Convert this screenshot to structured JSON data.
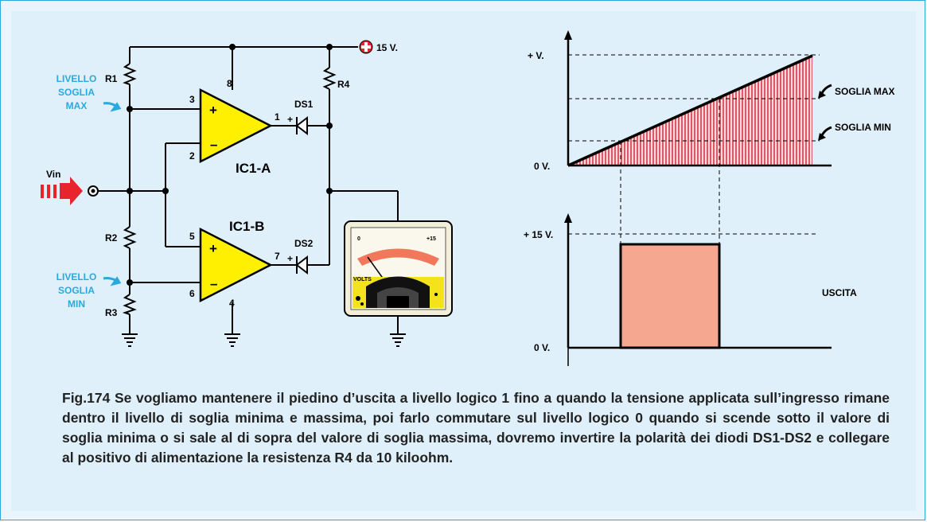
{
  "circuit": {
    "supply": "15 V.",
    "r1": "R1",
    "r2": "R2",
    "r3": "R3",
    "r4": "R4",
    "livello_max": [
      "LIVELLO",
      "SOGLIA",
      "MAX"
    ],
    "livello_min": [
      "LIVELLO",
      "SOGLIA",
      "MIN"
    ],
    "vin": "Vin",
    "ic1a": "IC1-A",
    "ic1b": "IC1-B",
    "ds1": "DS1",
    "ds2": "DS2",
    "pins": {
      "p1": "1",
      "p2": "2",
      "p3": "3",
      "p4": "4",
      "p5": "5",
      "p6": "6",
      "p7": "7",
      "p8": "8"
    },
    "plus": "+",
    "minus": "–",
    "meter": {
      "zero": "0",
      "max": "+15",
      "unit": "VOLTS"
    }
  },
  "graph_top": {
    "plus_v": "+ V.",
    "zero_v": "0 V.",
    "soglia_max": "SOGLIA MAX",
    "soglia_min": "SOGLIA MIN"
  },
  "graph_bottom": {
    "plus_15": "+ 15 V.",
    "zero_v": "0 V.",
    "uscita": "USCITA"
  },
  "caption": "Fig.174 Se vogliamo mantenere il piedino d’uscita a livello logico 1 fino a quando la tensione applicata sull’ingresso rimane dentro il livello di soglia minima e massima, poi farlo commutare sul livello logico 0 quando si scende sotto il valore di soglia minima o si sale al di sopra del valore di soglia massima, dovremo invertire la polarità dei diodi DS1-DS2 e collegare al positivo di alimentazione la resistenza R4 da 10 kiloohm.",
  "colors": {
    "accent": "#29a9e0",
    "opamp": "#ffef00",
    "ramp": "#d63a4a",
    "output": "#f5a78f",
    "arrow": "#e8242c"
  }
}
